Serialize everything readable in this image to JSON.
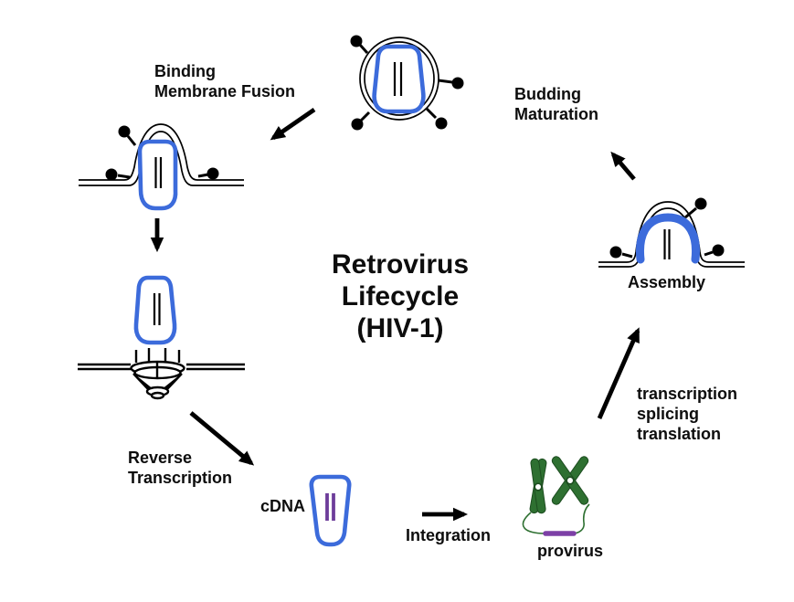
{
  "title": {
    "lines": [
      "Retrovirus",
      "Lifecycle",
      "(HIV-1)"
    ]
  },
  "steps": {
    "binding": {
      "lines": [
        "Binding",
        "Membrane Fusion"
      ]
    },
    "reverse_transcription": {
      "lines": [
        "Reverse",
        "Transcription"
      ]
    },
    "cdna": {
      "label": "cDNA"
    },
    "integration": {
      "label": "Integration"
    },
    "provirus": {
      "label": "provirus"
    },
    "transcription": {
      "lines": [
        "transcription",
        "splicing",
        "translation"
      ]
    },
    "assembly": {
      "label": "Assembly"
    },
    "budding": {
      "lines": [
        "Budding",
        "Maturation"
      ]
    }
  },
  "icons": {
    "virion-icon": "enveloped-virus-particle-with-spikes",
    "fusion-site-icon": "virus-fusing-with-cell-membrane",
    "capsid-icon": "viral-capsid-with-rna",
    "nuclear-pore-icon": "nuclear-pore-complex-in-membrane",
    "cdna-capsid-icon": "capsid-containing-cdna",
    "chromosomes-icon": "host-chromosomes-with-integrated-provirus",
    "assembly-site-icon": "new-virus-budding-at-membrane",
    "process-arrow-icon": "black-process-arrow"
  },
  "colors": {
    "background": "#ffffff",
    "capsid_blue": "#3c6bdb",
    "dna_purple": "#6d3d9a",
    "provirus_purple": "#7d40a6",
    "chromosome_green": "#2e7031",
    "chromosome_green_dark": "#1d4d20",
    "line_black": "#000000"
  }
}
